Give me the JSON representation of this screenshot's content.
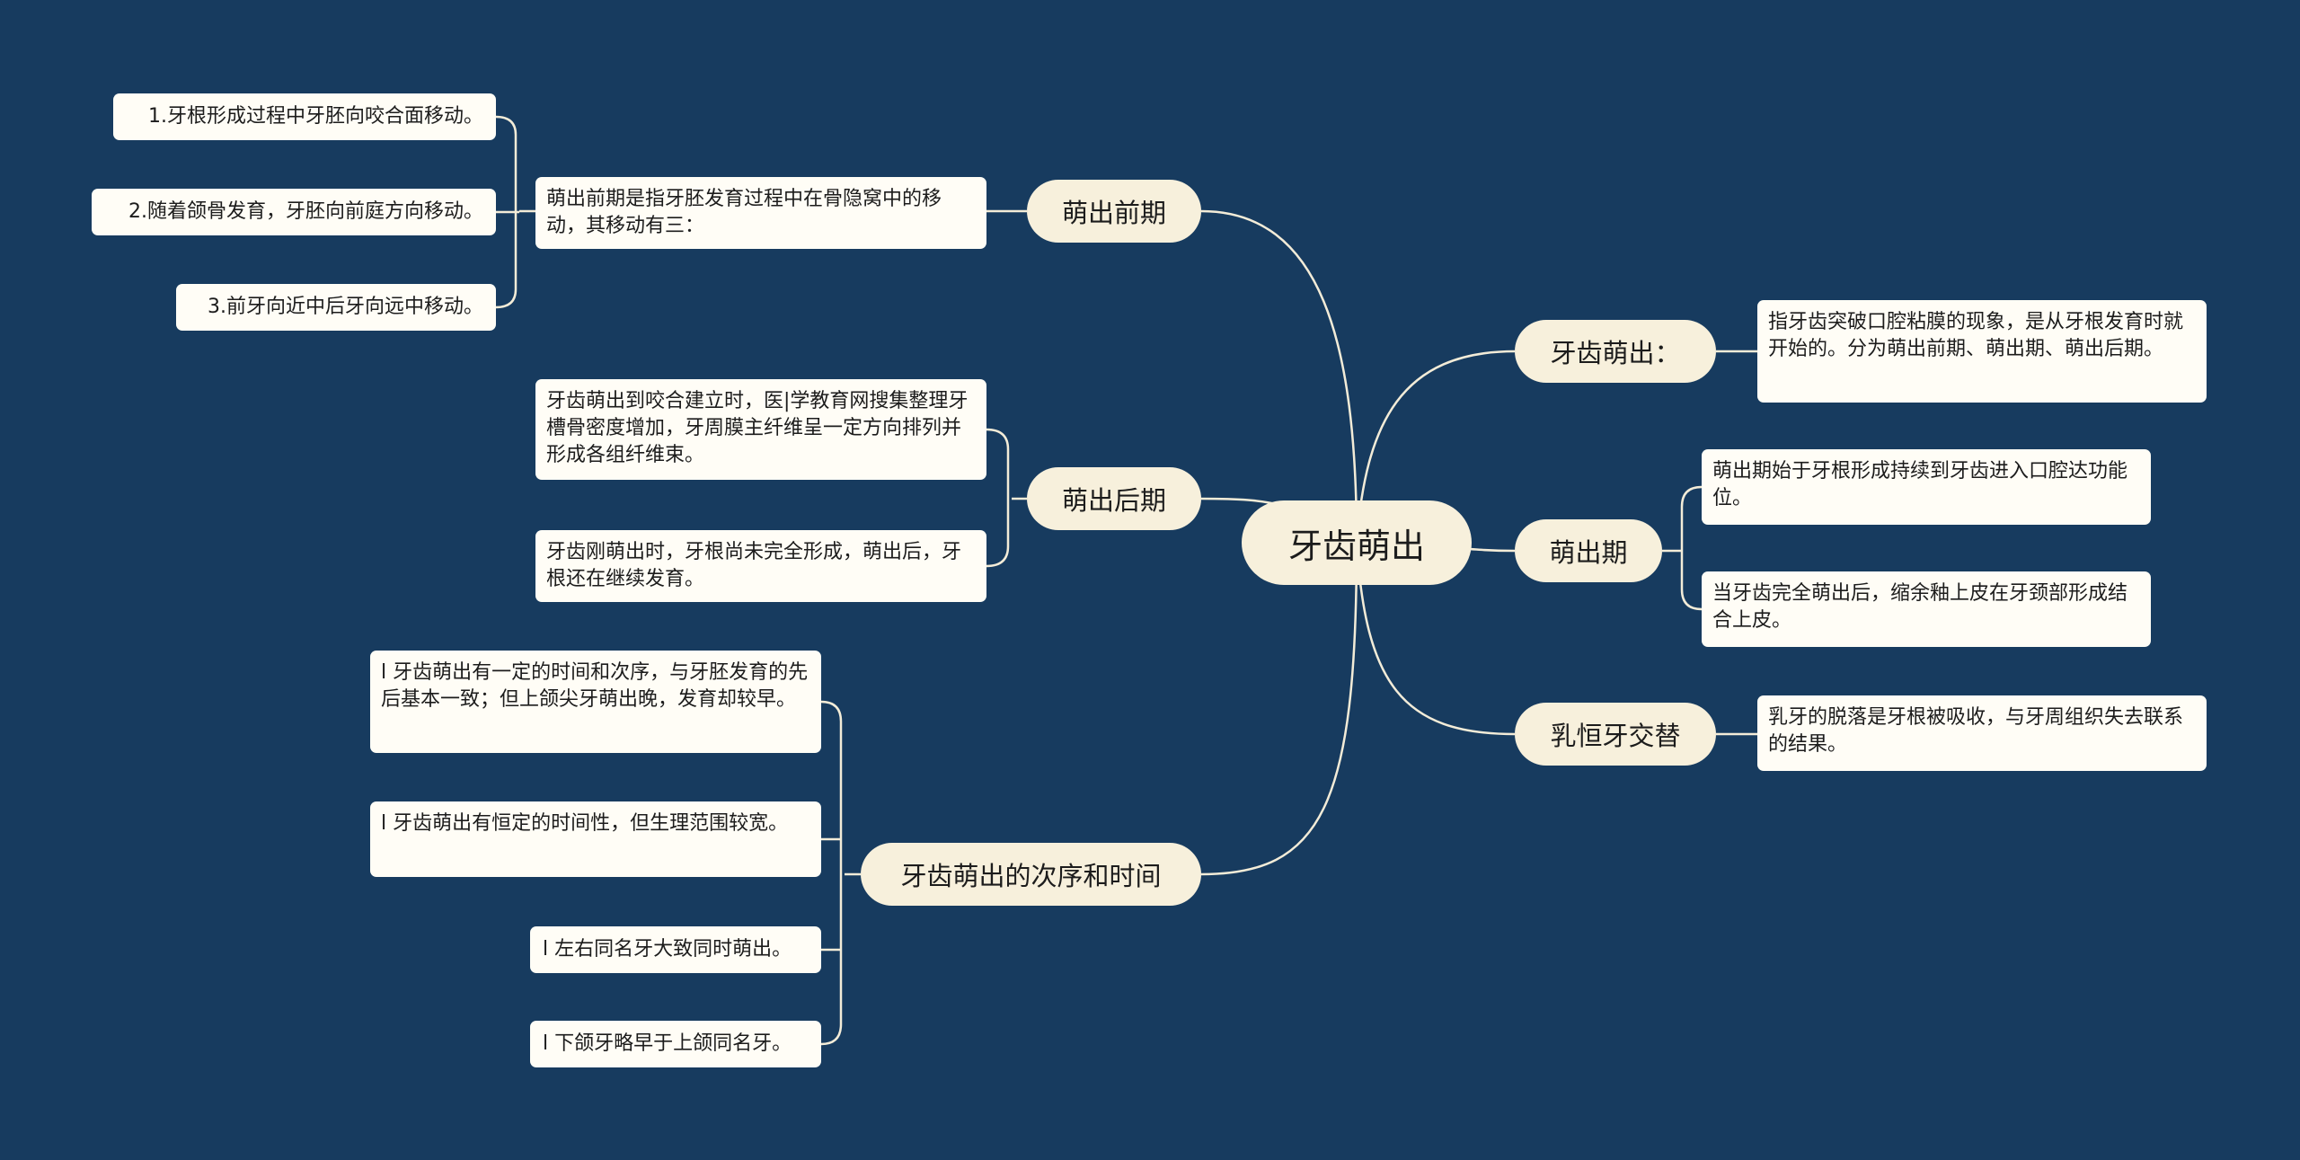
{
  "root": "牙齿萌出",
  "branches": {
    "pre_eruption": "萌出前期",
    "post_eruption": "萌出后期",
    "sequence_time": "牙齿萌出的次序和时间",
    "definition": "牙齿萌出：",
    "eruption_period": "萌出期",
    "replacement": "乳恒牙交替"
  },
  "leaves": {
    "pre_main": "萌出前期是指牙胚发育过程中在骨隐窝中的移动，其移动有三：",
    "pre_1": "1.牙根形成过程中牙胚向咬合面移动。",
    "pre_2": "2.随着颌骨发育，牙胚向前庭方向移动。",
    "pre_3": "3.前牙向近中后牙向远中移动。",
    "post_1": "牙齿萌出到咬合建立时，医|学教育网搜集整理牙槽骨密度增加，牙周膜主纤维呈一定方向排列并形成各组纤维束。",
    "post_2": "牙齿刚萌出时，牙根尚未完全形成，萌出后，牙根还在继续发育。",
    "seq_1": "l 牙齿萌出有一定的时间和次序，与牙胚发育的先后基本一致；但上颌尖牙萌出晚，发育却较早。",
    "seq_2": "l 牙齿萌出有恒定的时间性，但生理范围较宽。",
    "seq_3": "l 左右同名牙大致同时萌出。",
    "seq_4": "l 下颌牙略早于上颌同名牙。",
    "def_1": "指牙齿突破口腔粘膜的现象，是从牙根发育时就开始的。分为萌出前期、萌出期、萌出后期。",
    "period_1": "萌出期始于牙根形成持续到牙齿进入口腔达功能位。",
    "period_2": "当牙齿完全萌出后，缩余釉上皮在牙颈部形成结合上皮。",
    "replace_1": "乳牙的脱落是牙根被吸收，与牙周组织失去联系的结果。"
  },
  "colors": {
    "background": "#173b5f",
    "node_fill": "#f7f0dc",
    "leaf_fill": "#fffdf6",
    "connector": "#f3ecd8"
  }
}
